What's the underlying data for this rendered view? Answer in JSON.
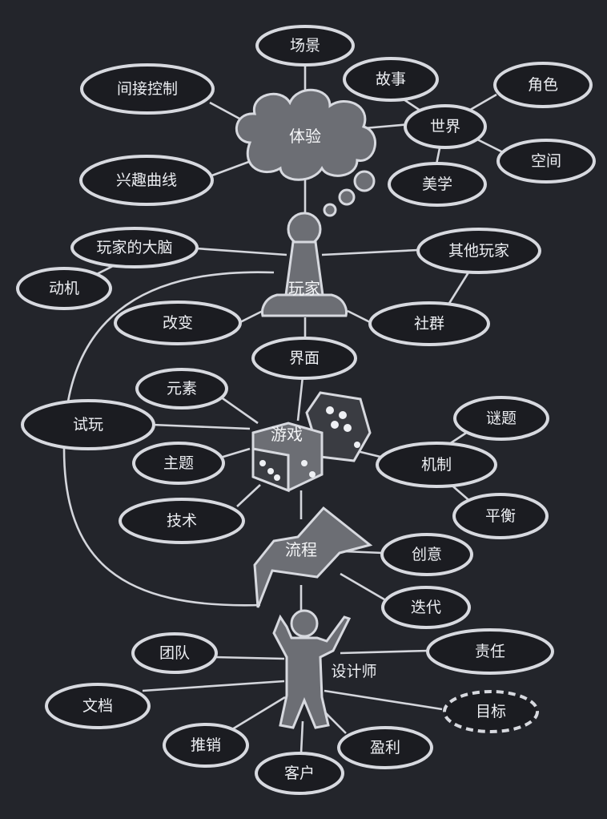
{
  "hubs": {
    "experience": "体验",
    "player": "玩家",
    "game": "游戏",
    "process": "流程",
    "designer": "设计师"
  },
  "nodes": {
    "scene": "场景",
    "indirect_control": "间接控制",
    "story": "故事",
    "character": "角色",
    "world": "世界",
    "space": "空间",
    "interest_curve": "兴趣曲线",
    "aesthetics": "美学",
    "player_brain": "玩家的大脑",
    "other_players": "其他玩家",
    "motivation": "动机",
    "change": "改变",
    "community": "社群",
    "interface": "界面",
    "elements": "元素",
    "puzzle": "谜题",
    "playtest": "试玩",
    "mechanics": "机制",
    "theme": "主题",
    "balance": "平衡",
    "technology": "技术",
    "creativity": "创意",
    "iteration": "迭代",
    "team": "团队",
    "responsibility": "责任",
    "documents": "文档",
    "goal": "目标",
    "marketing": "推销",
    "profit": "盈利",
    "client": "客户"
  },
  "colors": {
    "background": "#23252b",
    "line": "#d4d6dc",
    "node_fill": "#1b1c21",
    "shape_fill": "#6c6e74"
  }
}
